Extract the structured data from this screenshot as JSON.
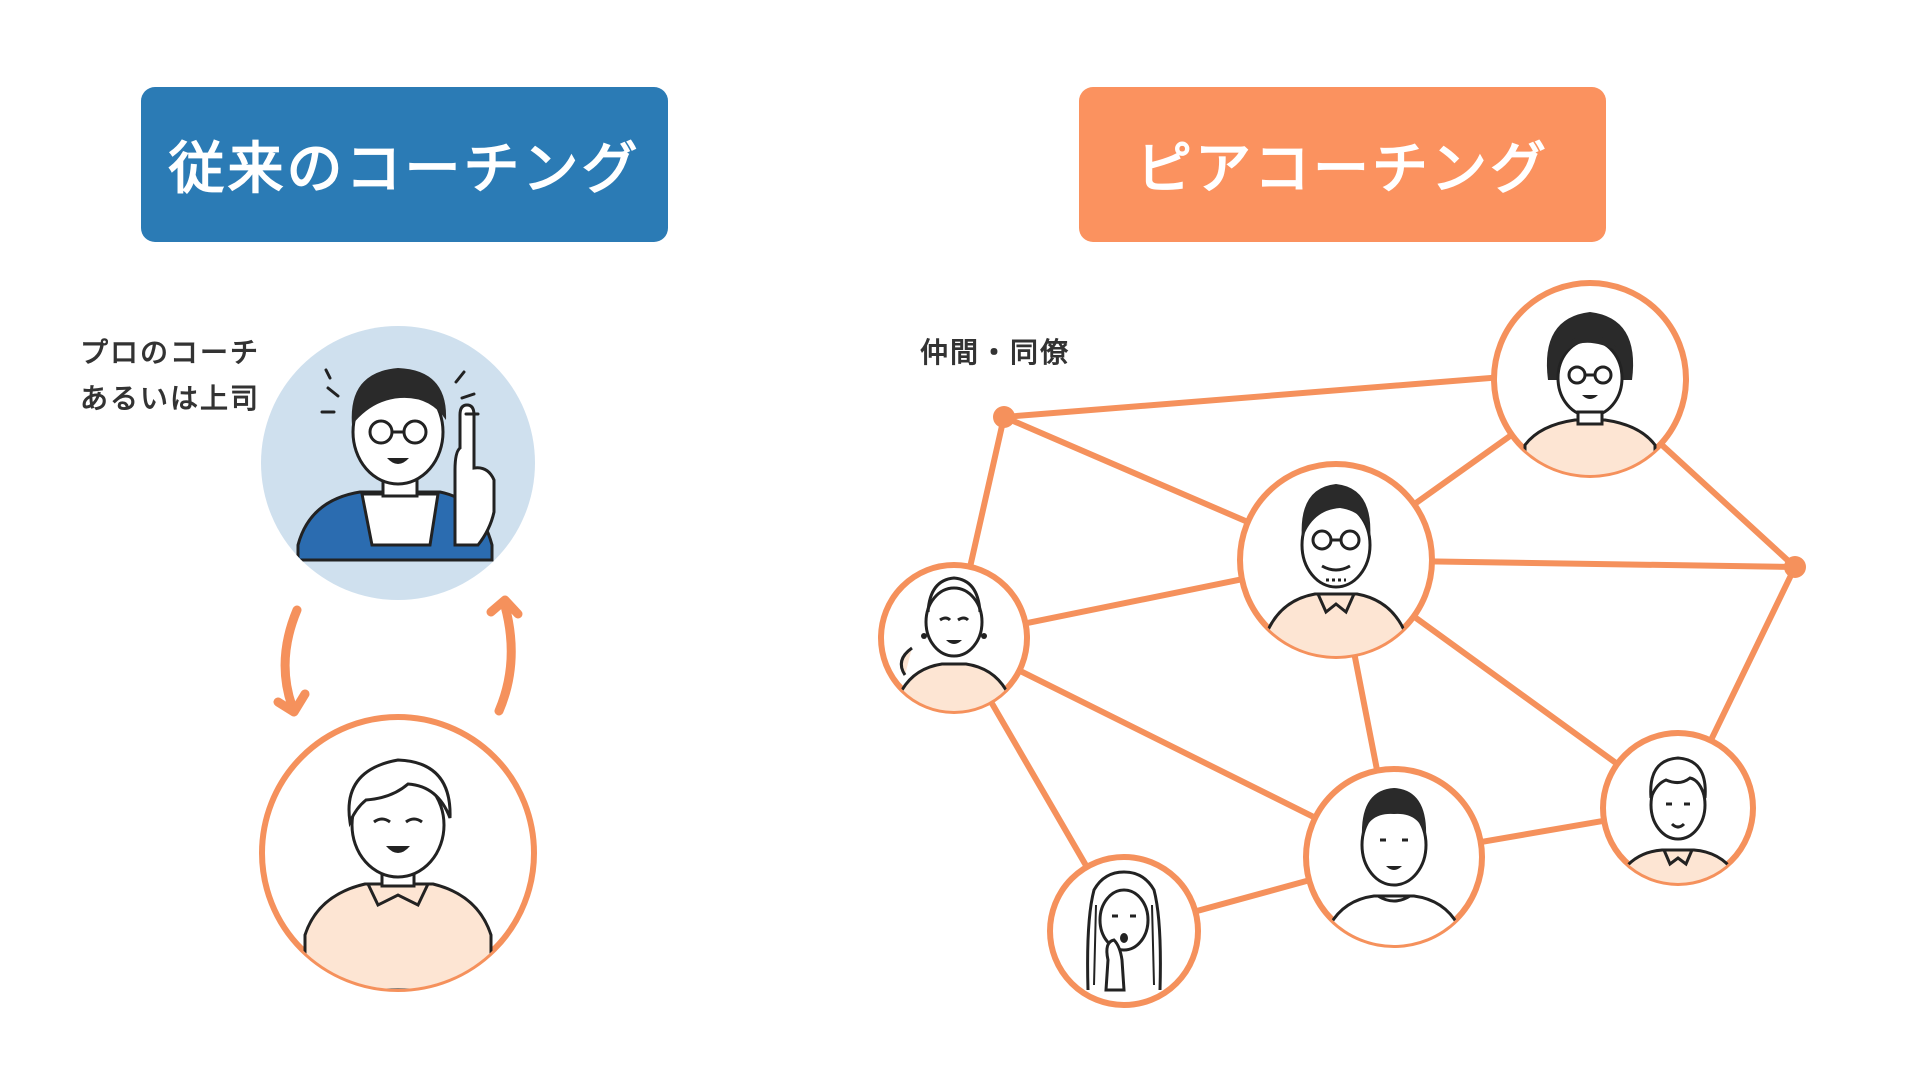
{
  "left_panel": {
    "title": "従来のコーチング",
    "color": "#2b7bb5",
    "coach_caption_lines": [
      "プロのコーチ",
      "あるいは上司"
    ],
    "coach_circle_color": "#cfe0ee",
    "learner_ring_color": "#f5915c",
    "arrow_color": "#f5915c",
    "coach_icon": "person-glasses-pointing-icon",
    "learner_icon": "person-smiling-icon"
  },
  "right_panel": {
    "title": "ピアコーチング",
    "color": "#fb925f",
    "caption": "仲間・同僚",
    "network_color": "#f5915c",
    "nodes": [
      {
        "id": "woman-glasses",
        "icon": "woman-glasses-avatar-icon"
      },
      {
        "id": "man-glasses-beard",
        "icon": "man-glasses-beard-avatar-icon"
      },
      {
        "id": "woman-earrings",
        "icon": "woman-earrings-avatar-icon"
      },
      {
        "id": "man-short-hair",
        "icon": "man-short-hair-avatar-icon"
      },
      {
        "id": "woman-long-hair",
        "icon": "woman-long-hair-surprised-avatar-icon"
      },
      {
        "id": "man-curly-hair",
        "icon": "man-curly-hair-avatar-icon"
      }
    ]
  }
}
